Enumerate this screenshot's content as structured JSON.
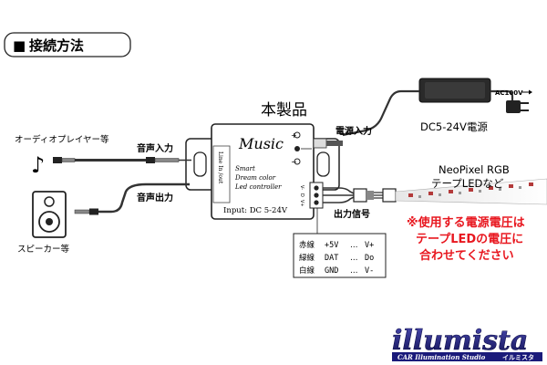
{
  "section": {
    "marker": "■",
    "title": "接続方法"
  },
  "product": {
    "heading": "本製品",
    "brand": "Music",
    "desc_line1": "Smart",
    "desc_line2": "Dream color",
    "desc_line3": "Led controller",
    "side_label": "Line In /out",
    "input_label": "Input: DC 5-24V",
    "pin_labels": [
      "V-",
      "D",
      "V+"
    ]
  },
  "labels": {
    "power_input": "電源入力",
    "power_source": "DC5-24V電源",
    "ac_label": "AC100V",
    "audio_player": "オーディオプレイヤー等",
    "audio_in": "音声入力",
    "audio_out": "音声出力",
    "speaker": "スピーカー等",
    "output_signal": "出力信号",
    "led_line1": "NeoPixel RGB",
    "led_line2": "テープLEDなど"
  },
  "wiring": {
    "rows": [
      {
        "color": "赤線",
        "signal": "+5V",
        "sep": "…",
        "terminal": "V+"
      },
      {
        "color": "緑線",
        "signal": "DAT",
        "sep": "…",
        "terminal": "Do"
      },
      {
        "color": "白線",
        "signal": "GND",
        "sep": "…",
        "terminal": "V-"
      }
    ]
  },
  "warning": {
    "line1": "※使用する電源電圧は",
    "line2": "テープLEDの電圧に",
    "line3": "合わせてください",
    "color": "#e8171f"
  },
  "logo": {
    "name": "illumista",
    "tagline": "CAR Illumination Studio",
    "tagline_jp": "イルミスタ",
    "color": "#1a1a7a"
  },
  "icons": {
    "music_note": "♪",
    "plus": "+",
    "minus": "−"
  }
}
